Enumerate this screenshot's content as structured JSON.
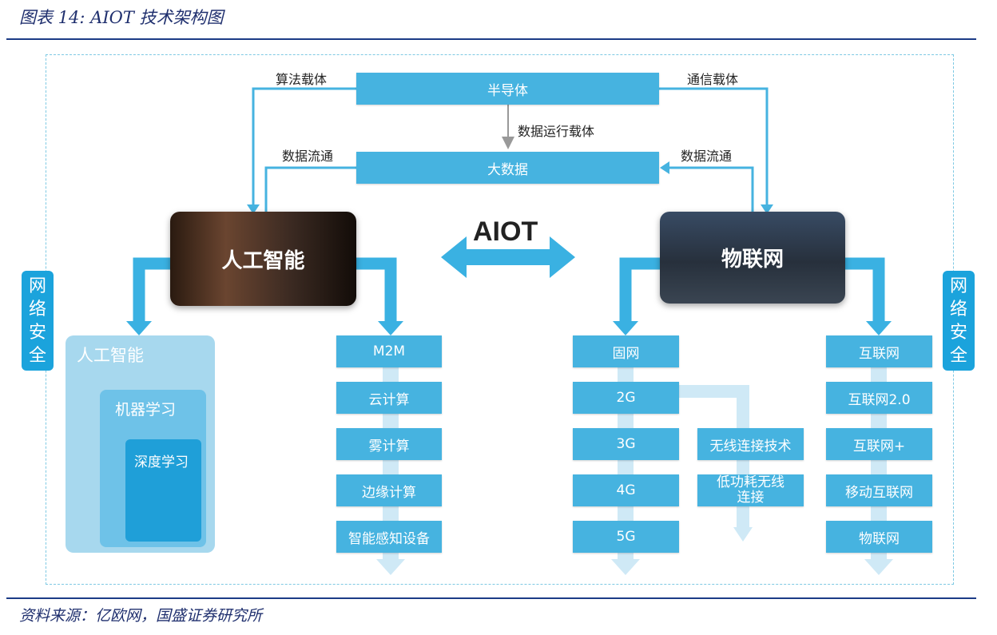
{
  "caption": {
    "title": "图表 14:  AIOT 技术架构图",
    "source": "资料来源：亿欧网，国盛证券研究所"
  },
  "top": {
    "semiconductor": "半导体",
    "bigdata": "大数据",
    "algo_carrier": "算法载体",
    "comm_carrier": "通信载体",
    "data_run_carrier": "数据运行载体",
    "data_flow_left": "数据流通",
    "data_flow_right": "数据流通"
  },
  "center": {
    "aiot": "AIOT"
  },
  "ai": {
    "title": "人工智能",
    "nested": {
      "outer": "人工智能",
      "middle": "机器学习",
      "inner": "深度学习"
    },
    "tech_column": [
      "M2M",
      "云计算",
      "雾计算",
      "边缘计算",
      "智能感知设备"
    ]
  },
  "iot": {
    "title": "物联网",
    "fixed_column": [
      "固网",
      "2G",
      "3G",
      "4G",
      "5G"
    ],
    "wireless_column": [
      "无线连接技术",
      "低功耗无线连接"
    ],
    "internet_column": [
      "互联网",
      "互联网2.0",
      "互联网+",
      "移动互联网",
      "物联网"
    ]
  },
  "security": {
    "left": "网络安全",
    "right": "网络安全"
  },
  "colors": {
    "box": "#46b3e0",
    "arrow": "#3ab1e2",
    "side": "#1ba3dc",
    "title_blue": "#1f2f6e"
  }
}
